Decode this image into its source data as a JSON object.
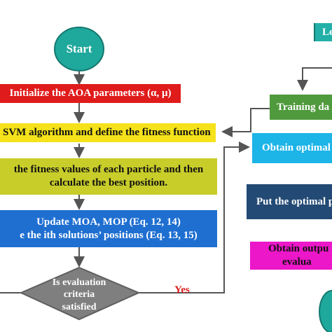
{
  "nodes": {
    "start": "Start",
    "init": "Initialize the AOA parameters (α, μ)",
    "svm": "SVM algorithm and define the fitness function",
    "fitness_line1": "the fitness values of each particle and then",
    "fitness_line2": "calculate the best position.",
    "update_line1": "Update MOA, MOP (Eq. 12, 14)",
    "update_line2": "e the ith solutions’ positions (Eq. 13, 15)",
    "decision_line1": "Is evaluation",
    "decision_line2": "criteria",
    "decision_line3": "satisfied",
    "yes_label": "Yes",
    "top_right": "Le",
    "training": "Training da",
    "optimal": "Obtain optimal",
    "put_optimal": "Put the optimal p",
    "output_line1": "Obtain outpu",
    "output_line2": "evalua"
  },
  "colors": {
    "start": "#1fa89c",
    "init": "#e01b1b",
    "svm": "#f5e21a",
    "fitness": "#c8cd2a",
    "update": "#1f6fd1",
    "decision": "#7f7f7f",
    "top_right": "#22b0a8",
    "training": "#4f9a3c",
    "optimal": "#1db4e8",
    "put_optimal": "#234a74",
    "output": "#ec17c8",
    "yes": "#d91e1e"
  }
}
